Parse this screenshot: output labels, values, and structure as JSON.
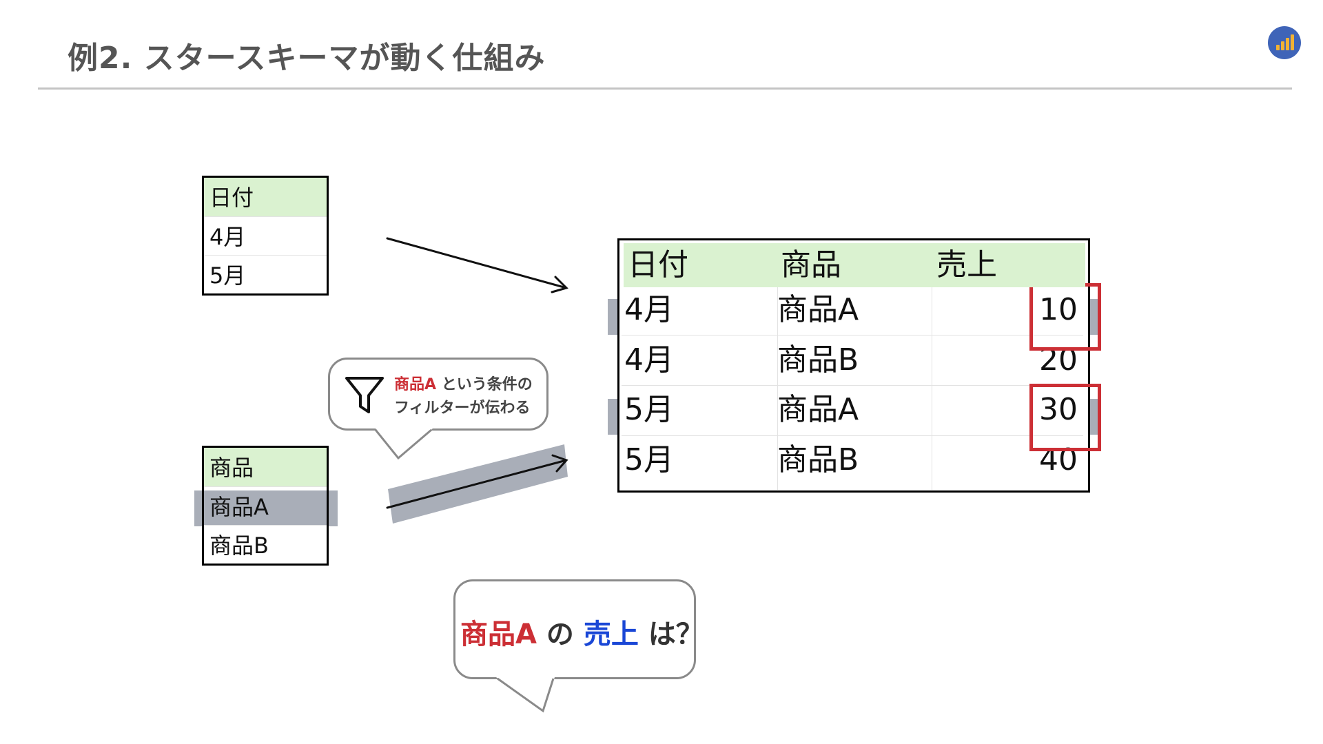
{
  "title": "例2. スタースキーマが動く仕組み",
  "date_table": {
    "header": "日付",
    "rows": [
      "4月",
      "5月"
    ]
  },
  "product_table": {
    "header": "商品",
    "rows": [
      "商品A",
      "商品B"
    ]
  },
  "fact_table": {
    "headers": [
      "日付",
      "商品",
      "売上"
    ],
    "rows": [
      [
        "4月",
        "商品A",
        "10"
      ],
      [
        "4月",
        "商品B",
        "20"
      ],
      [
        "5月",
        "商品A",
        "30"
      ],
      [
        "5月",
        "商品B",
        "40"
      ]
    ]
  },
  "filter_callout": {
    "highlight": "商品A",
    "line1_rest": " という条件の",
    "line2": "フィルターが伝わる"
  },
  "question": {
    "part1": "商品A",
    "part2": " の ",
    "part3": "売上",
    "part4": " は？"
  },
  "colors": {
    "header_green": "#daf2d0",
    "highlight_gray": "#a9aeb8",
    "accent_red": "#cc2f35",
    "accent_blue": "#1a47d6",
    "logo_blue": "#3f64b8"
  },
  "icons": [
    "filter-icon",
    "logo-chart-icon",
    "arrow-icon"
  ]
}
